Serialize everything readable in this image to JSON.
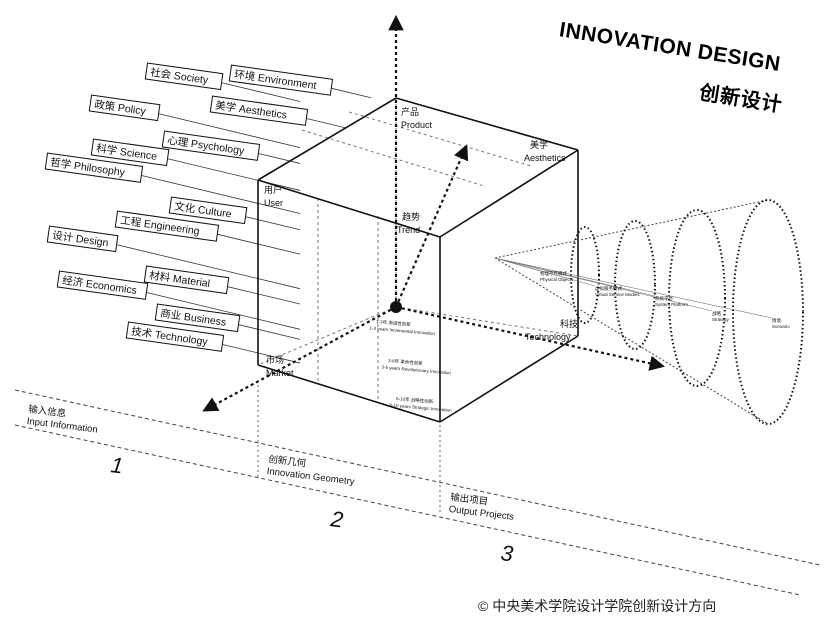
{
  "title": {
    "line1": "INNOVATION DESIGN",
    "line2": "创新设计"
  },
  "input_labels": [
    "社会 Society",
    "环境 Environment",
    "政策 Policy",
    "美学 Aesthetics",
    "心理 Psychology",
    "科学 Science",
    "哲学 Philosophy",
    "文化 Culture",
    "工程 Engineering",
    "设计 Design",
    "材料 Material",
    "经济 Economics",
    "商业 Business",
    "技术 Technology"
  ],
  "cube_labels": {
    "product_cn": "产品",
    "product_en": "Product",
    "aesthetics_cn": "美学",
    "aesthetics_en": "Aesthetics",
    "user_cn": "用户",
    "user_en": "User",
    "trend_cn": "趋势",
    "trend_en": "Trend",
    "technology_cn": "科技",
    "technology_en": "Technology",
    "market_cn": "市场",
    "market_en": "Market"
  },
  "innovation_levels": [
    {
      "cn": "1-3年 渐进性创新",
      "en": "1-3 years Incremental Innovation"
    },
    {
      "cn": "3-6年 革命性创新",
      "en": "3-5 years Revolutionary Innovation"
    },
    {
      "cn": "6-10年 战略性创新",
      "en": "6-10 years Strategic Innovation"
    }
  ],
  "cone_labels": [
    {
      "cn": "物理存在模式",
      "en": "Physical Objects"
    },
    {
      "cn": "虚拟服务模式",
      "en": "Virtual Service Models"
    },
    {
      "cn": "系统平台",
      "en": "System Platform"
    },
    {
      "cn": "战略",
      "en": "Strategy"
    },
    {
      "cn": "情境",
      "en": "Scenario"
    }
  ],
  "stages": [
    {
      "cn": "输入信息",
      "en": "Input Information",
      "number": "1"
    },
    {
      "cn": "创新几何",
      "en": "Innovation Geometry",
      "number": "2"
    },
    {
      "cn": "输出项目",
      "en": "Output Projects",
      "number": "3"
    }
  ],
  "copyright": "© 中央美术学院设计学院创新设计方向"
}
